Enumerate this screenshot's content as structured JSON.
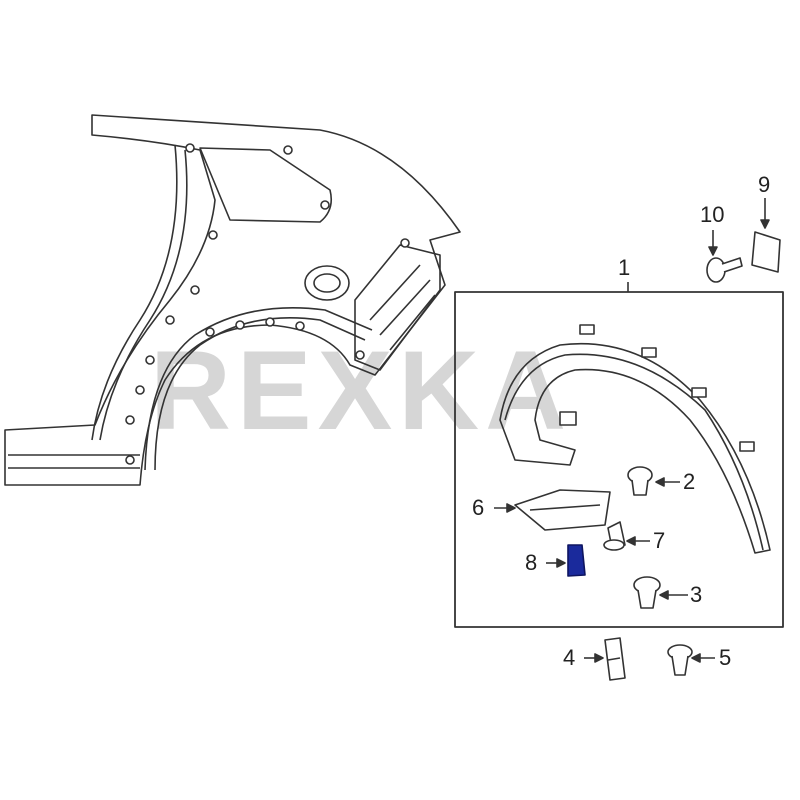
{
  "watermark": "REXKA",
  "callouts": {
    "c1": "1",
    "c2": "2",
    "c3": "3",
    "c4": "4",
    "c5": "5",
    "c6": "6",
    "c7": "7",
    "c8": "8",
    "c9": "9",
    "c10": "10"
  },
  "colors": {
    "line": "#333333",
    "highlight": "#1a2a9c"
  }
}
